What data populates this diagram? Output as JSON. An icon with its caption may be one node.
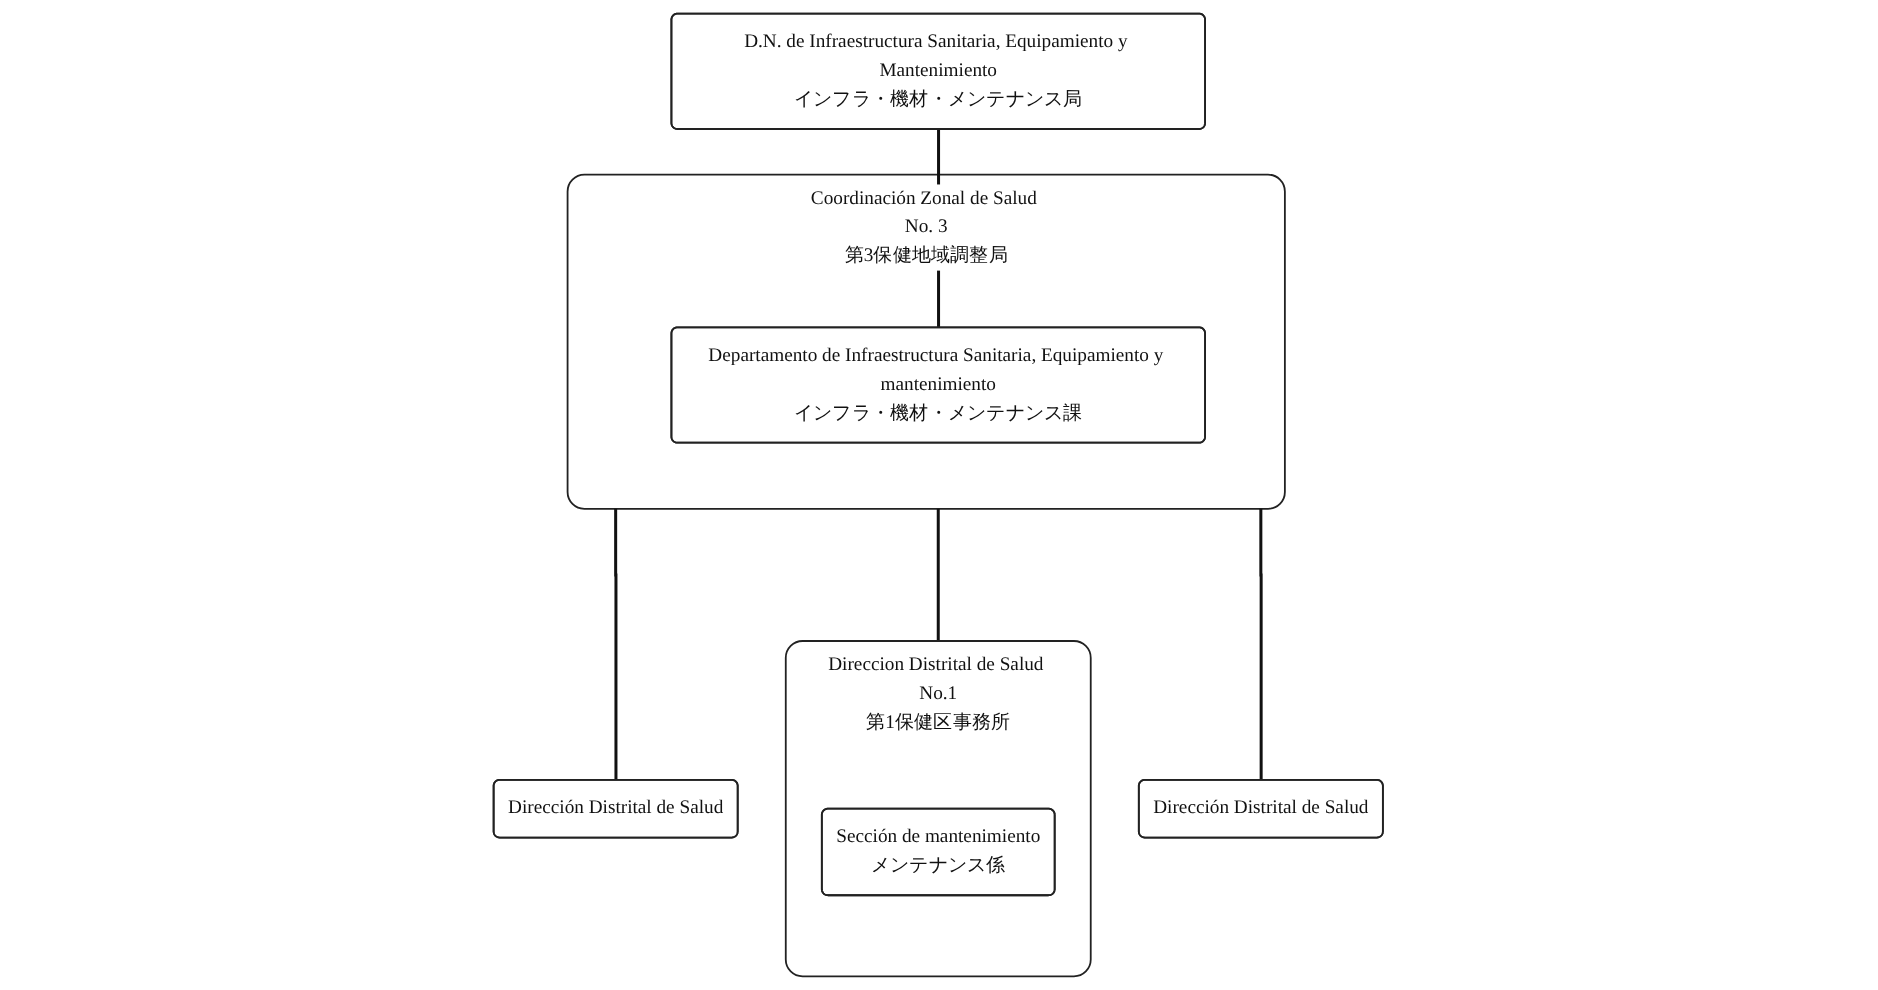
{
  "diagram": {
    "nodes": [
      {
        "text": [
          "D.N. de Infraestructura Sanitaria, Equipamiento y Mantenimiento",
          "インフラ・機材・メンテナンス局"
        ]
      },
      {
        "text": [
          "Coordinación Zonal de Salud No. 3",
          "第3保健地域調整局"
        ]
      },
      {
        "text": [
          "Departamento de Infraestructura Sanitaria, Equipamiento y mantenimiento",
          "インフラ・機材・メンテナンス課"
        ],
        "in": 1
      },
      {
        "text": [
          "Dirección Distrital de Salud"
        ]
      },
      {
        "text": [
          "Direccion Distrital de Salud No.1",
          "第1保健区事務所"
        ]
      },
      {
        "text": [
          "Sección de mantenimiento",
          "メンテナンス係"
        ],
        "in": 4
      },
      {
        "text": [
          "Dirección Distrital de Salud"
        ]
      }
    ],
    "edges": [
      {
        "from": 0,
        "to": 2,
        "arrow": "none"
      },
      {
        "from": 1,
        "to": 3,
        "arrow": "none"
      },
      {
        "from": 1,
        "to": 4,
        "arrow": "none"
      },
      {
        "from": 1,
        "to": 6,
        "arrow": "none"
      }
    ]
  }
}
